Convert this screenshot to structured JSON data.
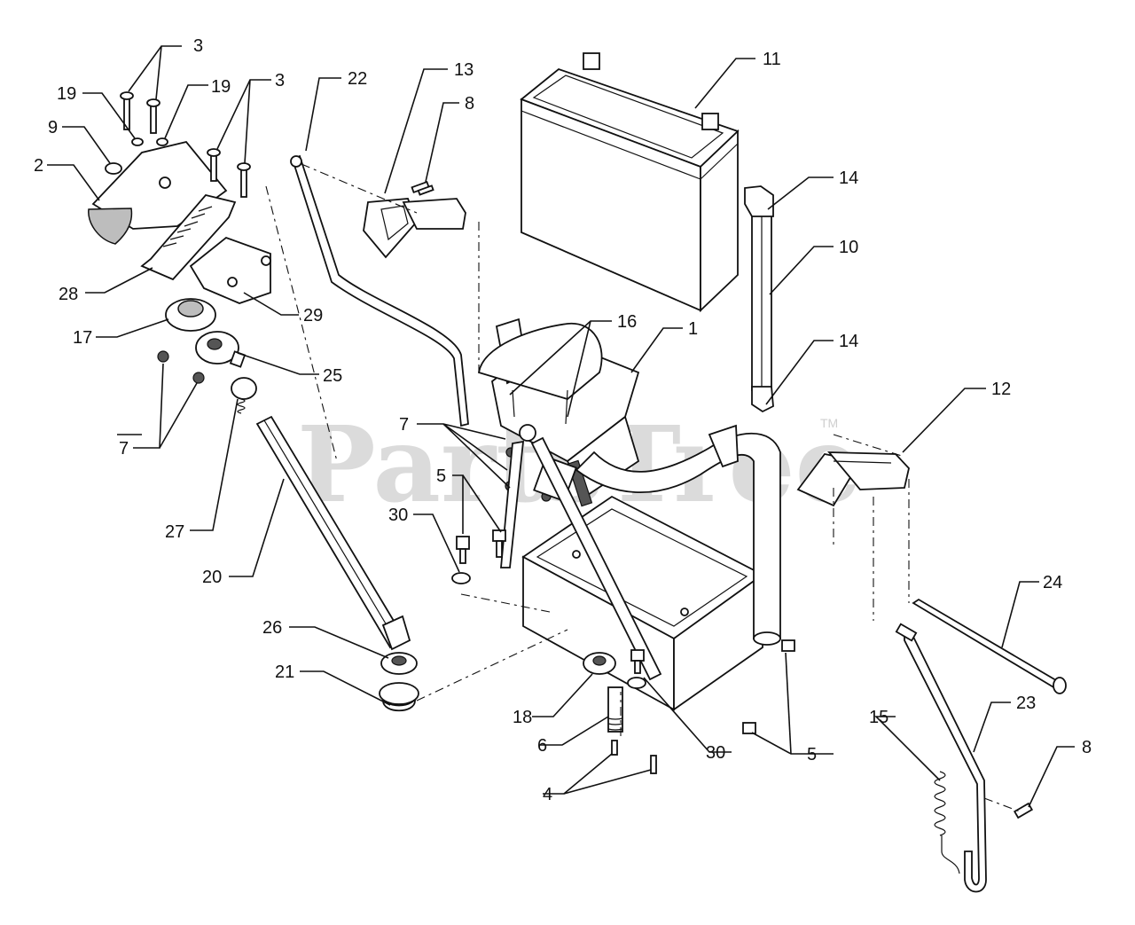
{
  "watermark": {
    "text": "PartsTree",
    "trademark": "TM"
  },
  "callouts": {
    "c1": "1",
    "c2": "2",
    "c3a": "3",
    "c3b": "3",
    "c4": "4",
    "c5a": "5",
    "c5b": "5",
    "c6": "6",
    "c7a": "7",
    "c7b": "7",
    "c8a": "8",
    "c8b": "8",
    "c9": "9",
    "c10": "10",
    "c11": "11",
    "c12": "12",
    "c13": "13",
    "c14a": "14",
    "c14b": "14",
    "c15": "15",
    "c16": "16",
    "c17": "17",
    "c18": "18",
    "c19a": "19",
    "c19b": "19",
    "c20": "20",
    "c21": "21",
    "c22": "22",
    "c23": "23",
    "c24": "24",
    "c25": "25",
    "c26": "26",
    "c27": "27",
    "c28": "28",
    "c29": "29",
    "c30a": "30",
    "c30b": "30"
  }
}
